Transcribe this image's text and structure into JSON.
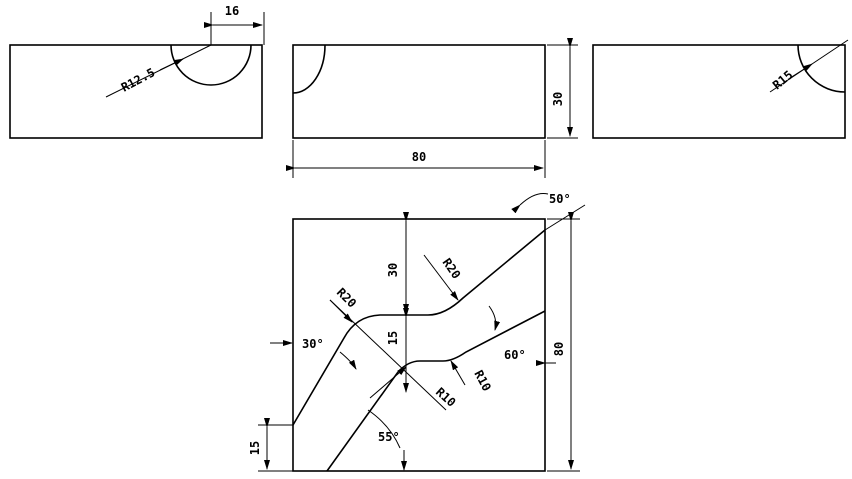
{
  "views": {
    "left": {
      "dim_width": "16",
      "dim_radius": "R12.5"
    },
    "middle": {
      "dim_height": "30",
      "dim_width": "80"
    },
    "right": {
      "dim_radius": "R15"
    }
  },
  "top_view": {
    "dim_angle_top_right": "50°",
    "dim_height_right": "80",
    "dim_30_vertical": "30",
    "dim_15_vertical": "15",
    "dim_r20_upper": "R20",
    "dim_r20_left": "R20",
    "dim_r10_lower": "R10",
    "dim_r10_right": "R10",
    "dim_angle_left": "30°",
    "dim_angle_right": "60°",
    "dim_angle_bottom": "55°",
    "dim_15_bottom_left": "15"
  }
}
